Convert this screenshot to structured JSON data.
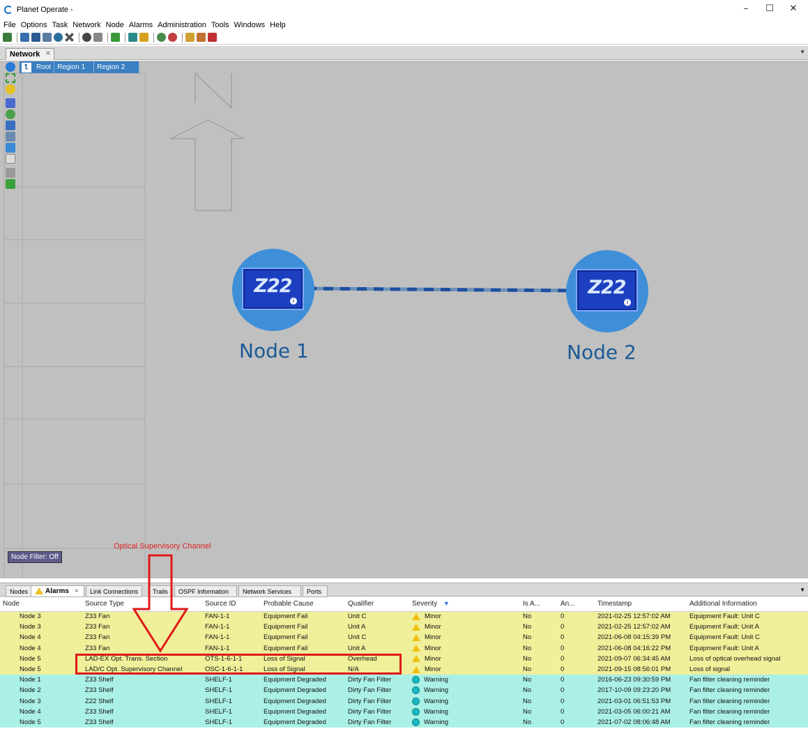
{
  "window": {
    "title": "Planet Operate -",
    "min": "–",
    "max": "☐",
    "close": "✕"
  },
  "menu": [
    "File",
    "Options",
    "Task",
    "Network",
    "Node",
    "Alarms",
    "Administration",
    "Tools",
    "Windows",
    "Help"
  ],
  "network_tab": {
    "label": "Network",
    "close": "×"
  },
  "breadcrumb": {
    "up": "⮤",
    "items": [
      "Root",
      "Region 1",
      "Region 2"
    ]
  },
  "canvas": {
    "node_filter": "Node Filter: Off",
    "annotation": "Optical Supervisory Channel",
    "nodes": [
      {
        "box_text": "Z22",
        "label": "Node 1",
        "info": "i"
      },
      {
        "box_text": "Z22",
        "label": "Node 2",
        "info": "i"
      }
    ]
  },
  "bottom_tabs": [
    "Nodes",
    "Alarms",
    "Link Connections",
    "Trails",
    "OSPF Information",
    "Network Services",
    "Ports"
  ],
  "alarms_close": "×",
  "table": {
    "headers": [
      "Node",
      "Source Type",
      "Source ID",
      "Probable Cause",
      "Qualifier",
      "Severity",
      "Is A...",
      "An...",
      "Timestamp",
      "Additional Information"
    ],
    "sort_arrow": "▼",
    "rows": [
      {
        "sev": "minor",
        "cells": [
          "Node 3",
          "Z33 Fan",
          "FAN-1-1",
          "Equipment Fail",
          "Unit C",
          "Minor",
          "No",
          "0",
          "2021-02-25 12:57:02 AM",
          "Equipment Fault: Unit C"
        ]
      },
      {
        "sev": "minor",
        "cells": [
          "Node 3",
          "Z33 Fan",
          "FAN-1-1",
          "Equipment Fail",
          "Unit A",
          "Minor",
          "No",
          "0",
          "2021-02-25 12:57:02 AM",
          "Equipment Fault: Unit A"
        ]
      },
      {
        "sev": "minor",
        "cells": [
          "Node 4",
          "Z33 Fan",
          "FAN-1-1",
          "Equipment Fail",
          "Unit C",
          "Minor",
          "No",
          "0",
          "2021-06-08 04:15:39 PM",
          "Equipment Fault: Unit C"
        ]
      },
      {
        "sev": "minor",
        "cells": [
          "Node 4",
          "Z33 Fan",
          "FAN-1-1",
          "Equipment Fail",
          "Unit A",
          "Minor",
          "No",
          "0",
          "2021-06-08 04:16:22 PM",
          "Equipment Fault: Unit A"
        ]
      },
      {
        "sev": "minor",
        "cells": [
          "Node 5",
          "LAD-EX Opt. Trans. Section",
          "OTS-1-6-1-1",
          "Loss of Signal",
          "Overhead",
          "Minor",
          "No",
          "0",
          "2021-09-07 06:34:45 AM",
          "Loss of optical overhead signal"
        ]
      },
      {
        "sev": "minor",
        "cells": [
          "Node 5",
          "LAD/C Opt. Supervisory Channel",
          "OSC-1-6-1-1",
          "Loss of Signal",
          "N/A",
          "Minor",
          "No",
          "0",
          "2021-09-15 08:56:01 PM",
          "Loss of signal"
        ]
      },
      {
        "sev": "warning",
        "cells": [
          "Node 1",
          "Z33 Shelf",
          "SHELF-1",
          "Equipment Degraded",
          "Dirty Fan Filter",
          "Warning",
          "No",
          "0",
          "2016-06-23 09:30:59 PM",
          "Fan filter cleaning reminder"
        ]
      },
      {
        "sev": "warning",
        "cells": [
          "Node 2",
          "Z33 Shelf",
          "SHELF-1",
          "Equipment Degraded",
          "Dirty Fan Filter",
          "Warning",
          "No",
          "0",
          "2017-10-09 09:23:20 PM",
          "Fan filter cleaning reminder"
        ]
      },
      {
        "sev": "warning",
        "cells": [
          "Node 3",
          "Z22 Shelf",
          "SHELF-1",
          "Equipment Degraded",
          "Dirty Fan Filter",
          "Warning",
          "No",
          "0",
          "2021-03-01 06:51:53 PM",
          "Fan filter cleaning reminder"
        ]
      },
      {
        "sev": "warning",
        "cells": [
          "Node 4",
          "Z33 Shelf",
          "SHELF-1",
          "Equipment Degraded",
          "Dirty Fan Filter",
          "Warning",
          "No",
          "0",
          "2021-03-05 06:00:21 AM",
          "Fan filter cleaning reminder"
        ]
      },
      {
        "sev": "warning",
        "cells": [
          "Node 5",
          "Z33 Shelf",
          "SHELF-1",
          "Equipment Degraded",
          "Dirty Fan Filter",
          "Warning",
          "No",
          "0",
          "2021-07-02 08:06:48 AM",
          "Fan filter cleaning reminder"
        ]
      }
    ]
  },
  "colors": {
    "minor_row": "#f0ef9a",
    "warning_row": "#aaf0e6",
    "canvas": "#c0c0c0",
    "node": "#3f8fd8",
    "annotation": "#e02020"
  },
  "icons": [
    "planet-operate-logo-icon",
    "north-arrow-icon",
    "minor-triangle-icon",
    "warning-dot-icon",
    "node-info-icon"
  ]
}
